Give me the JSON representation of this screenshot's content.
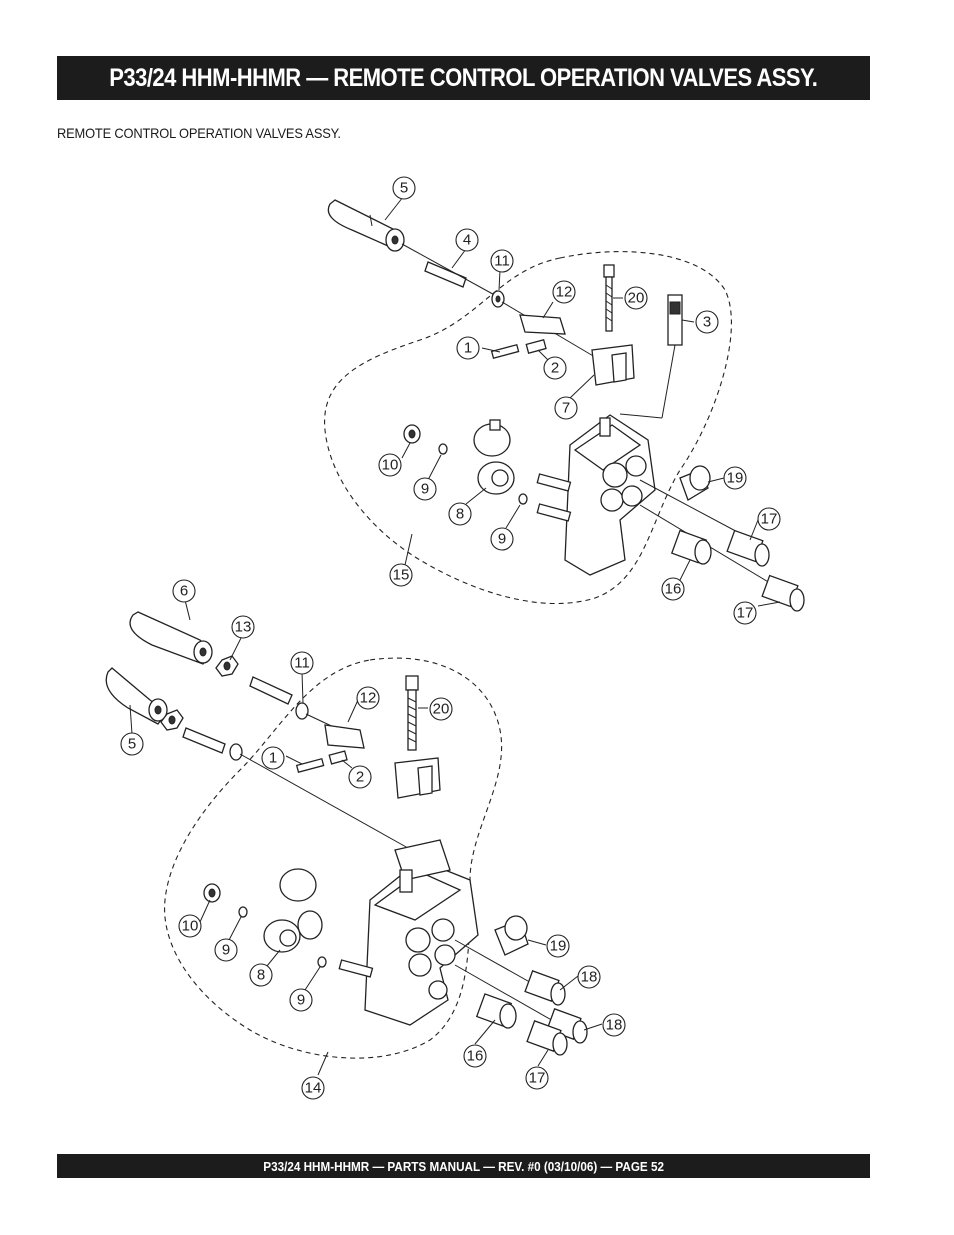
{
  "header": {
    "title": "P33/24 HHM-HHMR — REMOTE CONTROL OPERATION VALVES ASSY."
  },
  "section": {
    "subtitle": "REMOTE CONTROL OPERATION VALVES ASSY."
  },
  "diagram": {
    "upper_callouts": [
      "5",
      "4",
      "11",
      "12",
      "20",
      "3",
      "1",
      "2",
      "7",
      "10",
      "9",
      "8",
      "9",
      "19",
      "17",
      "16",
      "17",
      "15"
    ],
    "lower_callouts": [
      "6",
      "13",
      "11",
      "12",
      "20",
      "5",
      "1",
      "2",
      "10",
      "9",
      "8",
      "9",
      "19",
      "18",
      "18",
      "16",
      "17",
      "14"
    ]
  },
  "footer": {
    "text": "P33/24 HHM-HHMR — PARTS MANUAL — REV. #0 (03/10/06) — PAGE 52"
  }
}
